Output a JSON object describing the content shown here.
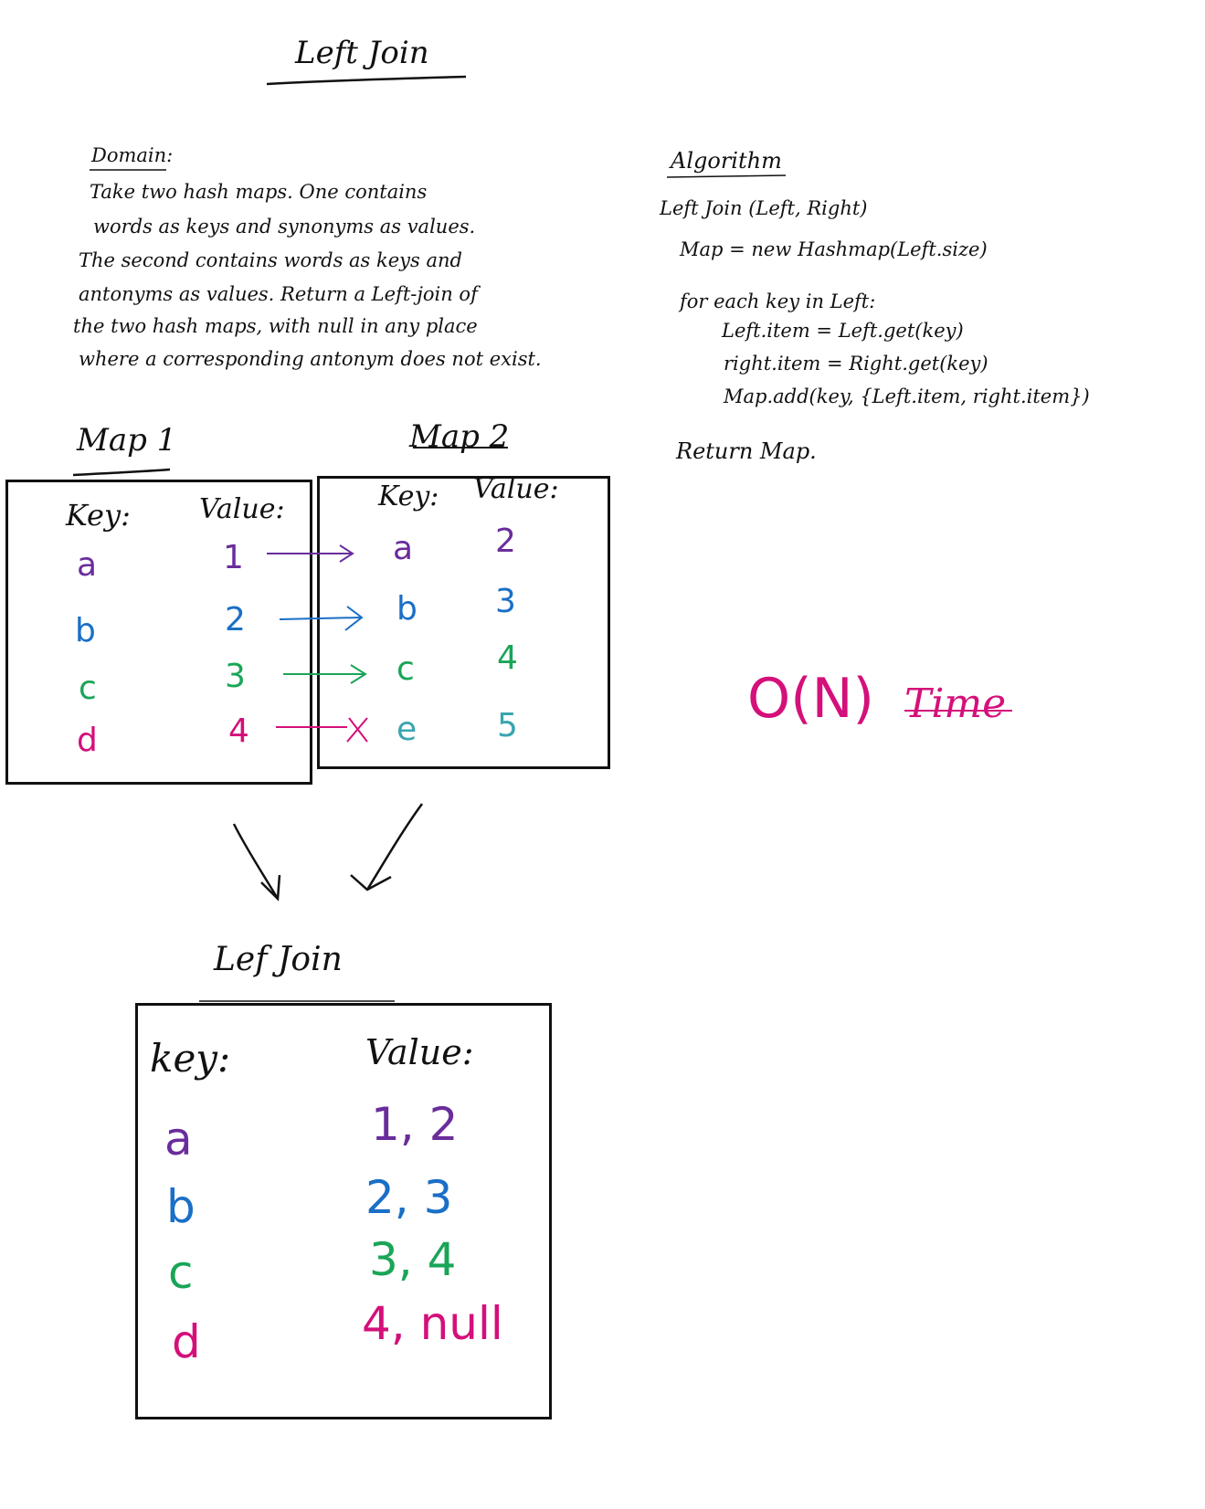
{
  "title": "Left Join",
  "domain": {
    "heading": "Domain:",
    "lines": [
      "Take two hash maps. One contains",
      "words as keys and synonyms as values.",
      "The second contains words as keys and",
      "antonyms as values. Return a Left-join of",
      "the two hash maps, with null in any place",
      "where a corresponding antonym does not exist."
    ]
  },
  "algorithm": {
    "heading": "Algorithm",
    "lines": [
      "Left Join (Left, Right)",
      "Map = new Hashmap(Left.size)",
      "for each key in Left:",
      "Left.item = Left.get(key)",
      "right.item = Right.get(key)",
      "Map.add(key, {Left.item, right.item})",
      "Return Map."
    ]
  },
  "complexity": {
    "notation": "O(N)",
    "label": "Time"
  },
  "map1": {
    "title": "Map 1",
    "key_header": "Key:",
    "value_header": "Value:",
    "rows": [
      {
        "key": "a",
        "value": "1"
      },
      {
        "key": "b",
        "value": "2"
      },
      {
        "key": "c",
        "value": "3"
      },
      {
        "key": "d",
        "value": "4"
      }
    ]
  },
  "map2": {
    "title": "Map 2",
    "key_header": "Key:",
    "value_header": "Value:",
    "rows": [
      {
        "key": "a",
        "value": "2"
      },
      {
        "key": "b",
        "value": "3"
      },
      {
        "key": "c",
        "value": "4"
      },
      {
        "key": "e",
        "value": "5"
      }
    ]
  },
  "result": {
    "title": "Lef Join",
    "key_header": "key:",
    "value_header": "Value:",
    "rows": [
      {
        "key": "a",
        "value": "1, 2"
      },
      {
        "key": "b",
        "value": "2, 3"
      },
      {
        "key": "c",
        "value": "3, 4"
      },
      {
        "key": "d",
        "value": "4, null"
      }
    ]
  },
  "colors": {
    "ink": "#111111",
    "purple": "#6a2d9c",
    "blue": "#1a6fc6",
    "green": "#1aa557",
    "pink": "#d4107a",
    "teal": "#3aa5b0"
  }
}
